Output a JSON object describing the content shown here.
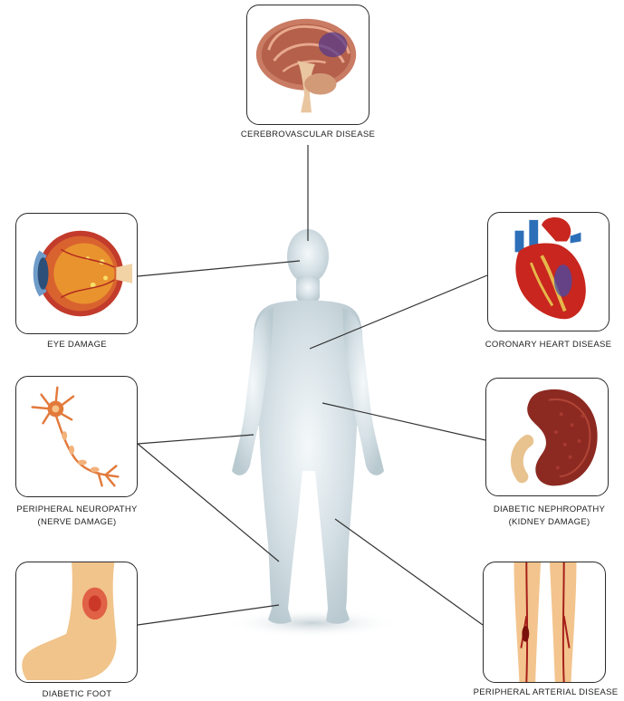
{
  "colors": {
    "body_silhouette": "#c9d6dc",
    "connector_line": "#333333",
    "panel_border": "#2b2b2b"
  },
  "conditions": {
    "brain": {
      "label": "CEREBROVASCULAR DISEASE",
      "icon": "brain-icon"
    },
    "eye": {
      "label": "EYE DAMAGE",
      "icon": "eye-icon"
    },
    "heart": {
      "label": "CORONARY HEART DISEASE",
      "icon": "heart-icon"
    },
    "nerve": {
      "label_line1": "PERIPHERAL NEUROPATHY",
      "label_line2": "(NERVE DAMAGE)",
      "icon": "neuron-icon"
    },
    "kidney": {
      "label_line1": "DIABETIC NEPHROPATHY",
      "label_line2": "(KIDNEY DAMAGE)",
      "icon": "kidney-icon"
    },
    "foot": {
      "label": "DIABETIC FOOT",
      "icon": "foot-icon"
    },
    "legs": {
      "label": "PERIPHERAL ARTERIAL DISEASE",
      "icon": "legs-arteries-icon"
    }
  }
}
